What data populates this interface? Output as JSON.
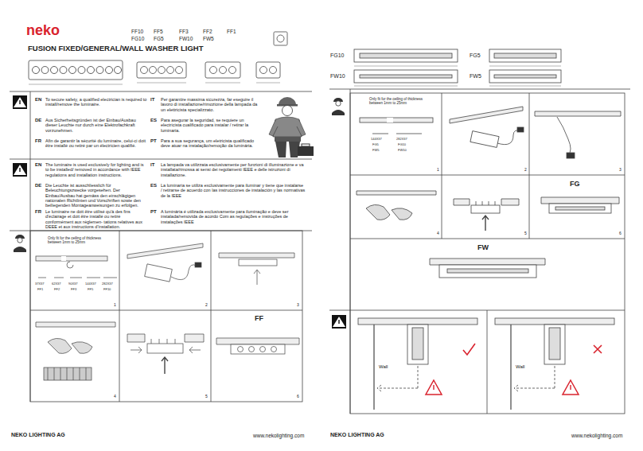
{
  "diagram": {
    "title": "FUSION FIXED/GENERAL/WALL WASHER LIGHT",
    "labels": [
      "neko",
      "FF10",
      "FF5",
      "FF3",
      "FF2",
      "FF1",
      "FG10",
      "FG5",
      "FW10",
      "FW5",
      "EN",
      "To secure safety, a qualified electrician is required to install/remove the luminaire.",
      "DE",
      "Aus Sicherheitsgründen ist der Einbau/Ausbau dieser Leuchte nur durch eine Elektrofachkraft vorzunehmen.",
      "FR",
      "Afin de garantir la sécurité du luminaire, celui-ci doit être installé ou retiré par un électricien qualifié.",
      "IT",
      "Per garantire massima sicurezza, far eseguire il lavoro di installazione/rimozione della lampada da un elettricista specializzato.",
      "ES",
      "Para asegurar la seguridad, se requiere un electricista cualificado para instalar / retirar la luminaria.",
      "PT",
      "Para a sua segurança, um eletricista qualificado deve atuar na instalação/remoção da luminária.",
      "EN",
      "The luminaire is used exclusively for lighting and is to be installed/ removed in accordance with IEEE regulations and installation instructions.",
      "DE",
      "Die Leuchte ist ausschliesslich für Beleuchtungszwecke vorgesehen. Der Einbau/Ausbau hat gemäss den einschlägigen nationalen Richtlinien und Vorschriften sowie den beiliegenden Montageanweisungen zu erfolgen.",
      "FR",
      "Le luminaire ne doit être utilisé qu'à des fins d'éclairage et doit être installé ou retiré conformément aux réglemen- tations relatives aux DEEE et aux instructions d'installation.",
      "IT",
      "La lampada va utilizzata esclusivamente per funzioni di illuminazione e va installata/rimossa ai sensi dei regolamenti IEEE e delle istruzioni di installazione.",
      "ES",
      "La luminaria se utiliza exclusivamente para iluminar y tiene que instalarse / retirarse de acuerdo con las instrucciones de instalación y las normativas de la IEEE",
      "PT",
      "A luminária é utilizada exclusivamente para iluminação e deve ser instalada/removida de acordo Com as regulações e instruções de instalações IEEE",
      "Only fit for the ceiling of thickness between 1mm to 25mm",
      "37X37",
      "62X37",
      "90X37",
      "144X37",
      "282X37",
      "FF1",
      "FF2",
      "FF3",
      "FF5",
      "FF10",
      "1",
      "2",
      "3",
      "4",
      "5",
      "6",
      "FF",
      "NEKO LIGHTING AG",
      "www.nekolighting.com",
      "FG10",
      "FG5",
      "FW10",
      "FW5",
      "Only fit for the ceiling of thickness between 1mm to 25mm",
      "144X37",
      "282X37",
      "FG5",
      "FG10",
      "FW5",
      "FW10",
      "1",
      "2",
      "3",
      "4",
      "5",
      "FG",
      "6",
      "FW",
      "Wall",
      "Wall",
      "NEKO LIGHTING AG",
      "www.nekolighting.com"
    ]
  }
}
